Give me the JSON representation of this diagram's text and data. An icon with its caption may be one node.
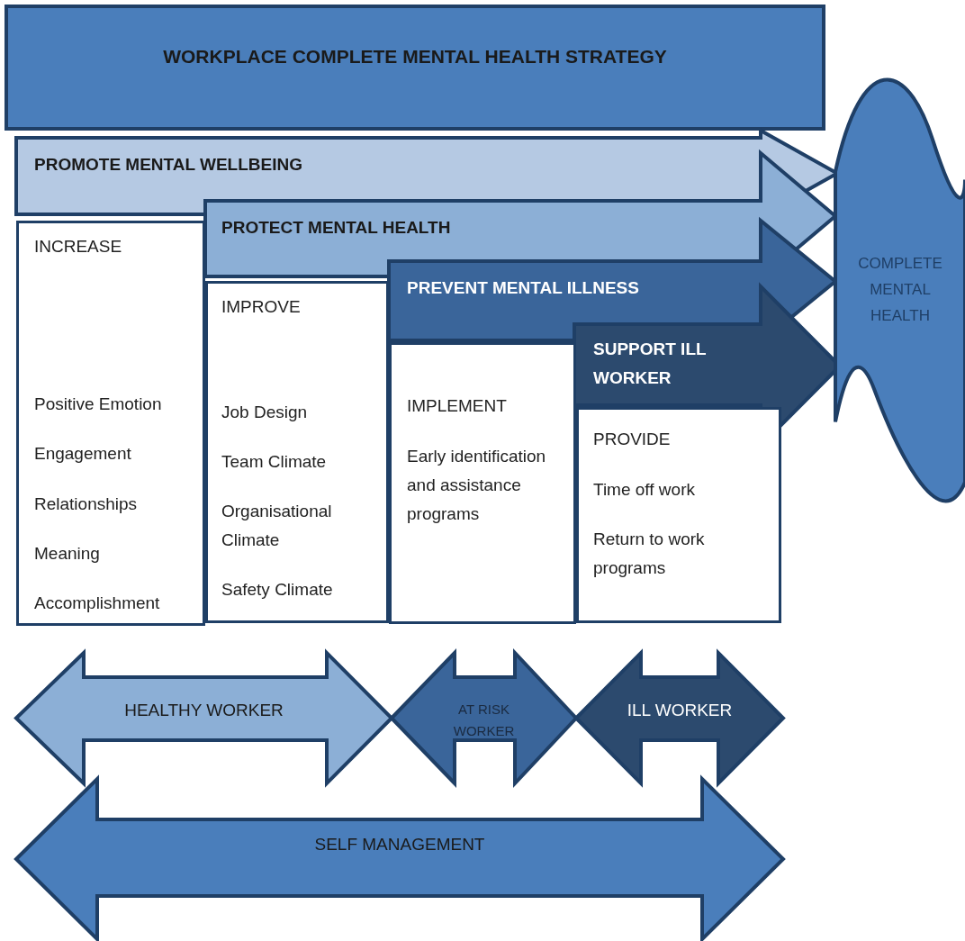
{
  "diagram": {
    "nodes": [
      {
        "text": [
          "WORKPLACE COMPLETE MENTAL HEALTH STRATEGY"
        ]
      },
      {
        "text": [
          "PROMOTE MENTAL WELLBEING"
        ]
      },
      {
        "text": [
          "PROTECT MENTAL HEALTH"
        ]
      },
      {
        "text": [
          "PREVENT MENTAL ILLNESS"
        ]
      },
      {
        "text": [
          "SUPPORT ILL WORKER"
        ]
      },
      {
        "text": [
          "COMPLETE MENTAL HEALTH"
        ]
      },
      {
        "text": [
          "INCREASE",
          "Positive Emotion",
          "Engagement",
          "Relationships",
          "Meaning",
          "Accomplishment"
        ]
      },
      {
        "text": [
          "IMPROVE",
          "Job Design",
          "Team Climate",
          "Organisational Climate",
          "Safety Climate"
        ]
      },
      {
        "text": [
          "IMPLEMENT",
          "Early identification and assistance programs"
        ]
      },
      {
        "text": [
          "PROVIDE",
          "Time off work",
          "Return to work programs"
        ]
      },
      {
        "text": [
          "HEALTHY WORKER"
        ]
      },
      {
        "text": [
          "AT RISK WORKER"
        ]
      },
      {
        "text": [
          "ILL WORKER"
        ]
      },
      {
        "text": [
          "SELF MANAGEMENT"
        ]
      }
    ]
  }
}
